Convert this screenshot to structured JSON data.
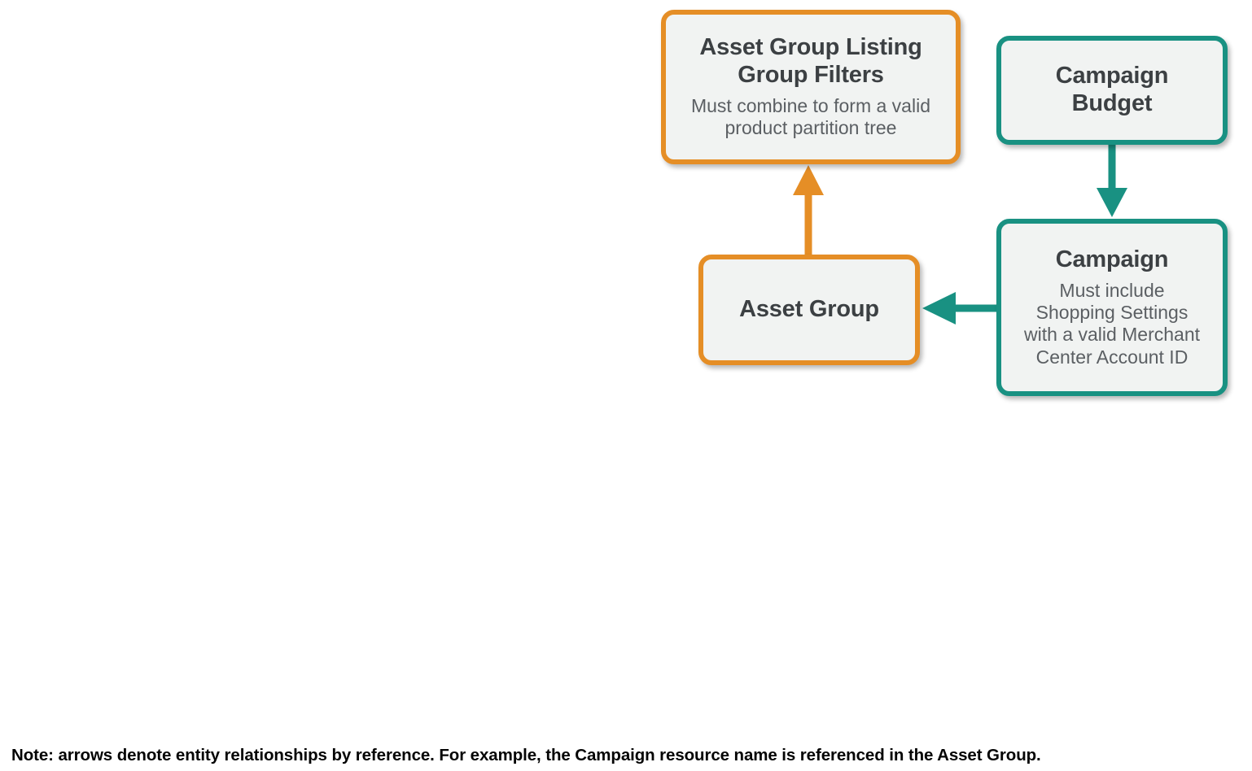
{
  "diagram": {
    "type": "entity-relationship",
    "background_color": "#ffffff",
    "palette": {
      "orange": "#E58E26",
      "teal": "#199182",
      "node_fill": "#f1f3f2",
      "title_text": "#3c4043",
      "body_text": "#5b5f63",
      "footnote_text": "#040404"
    },
    "nodes": [
      {
        "id": "asset-group-listing-group-filters",
        "title": "Asset Group Listing Group Filters",
        "title_lines": [
          "Asset Group Listing",
          "Group Filters"
        ],
        "description": "Must combine to form a valid product partition tree",
        "description_lines": [
          "Must combine to form a valid",
          "product partition tree"
        ],
        "accent": "orange"
      },
      {
        "id": "campaign-budget",
        "title": "Campaign Budget",
        "title_lines": [
          "Campaign",
          "Budget"
        ],
        "description": "",
        "accent": "teal"
      },
      {
        "id": "asset-group",
        "title": "Asset Group",
        "title_lines": [
          "Asset Group"
        ],
        "description": "",
        "accent": "orange"
      },
      {
        "id": "campaign",
        "title": "Campaign",
        "title_lines": [
          "Campaign"
        ],
        "description": "Must include Shopping Settings with a valid Merchant Center Account ID",
        "description_lines": [
          "Must include",
          "Shopping Settings",
          "with a valid Merchant",
          "Center Account ID"
        ],
        "accent": "teal"
      }
    ],
    "edges": [
      {
        "id": "asset-group-to-listing-group-filters",
        "from": "asset-group",
        "to": "asset-group-listing-group-filters",
        "direction": "up",
        "color": "#E58E26"
      },
      {
        "id": "campaign-budget-to-campaign",
        "from": "campaign-budget",
        "to": "campaign",
        "direction": "down",
        "color": "#199182"
      },
      {
        "id": "campaign-to-asset-group",
        "from": "campaign",
        "to": "asset-group",
        "direction": "left",
        "color": "#199182"
      }
    ],
    "footnote": "Note: arrows denote entity relationships by reference. For example, the Campaign resource name is referenced in the Asset Group."
  }
}
